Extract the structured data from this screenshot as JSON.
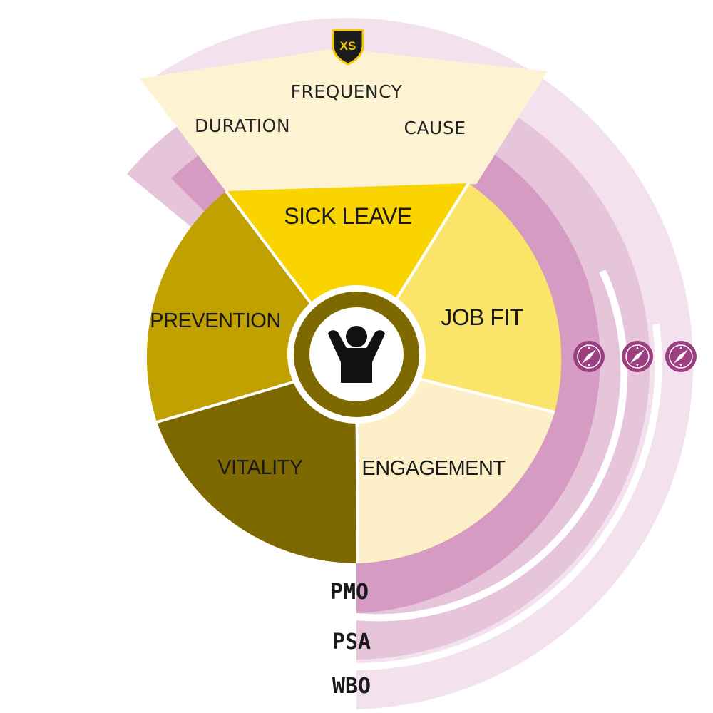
{
  "diagram": {
    "badge": {
      "text": "XS",
      "icon": "xs-shield-icon"
    },
    "top_tab": {
      "labels": {
        "frequency": "FREQUENCY",
        "duration": "DURATION",
        "cause": "CAUSE"
      }
    },
    "segments": {
      "sick_leave": {
        "label": "SICK LEAVE",
        "color": "#fad400"
      },
      "job_fit": {
        "label": "JOB FIT",
        "color": "#fbe46a"
      },
      "engagement": {
        "label": "ENGAGEMENT",
        "color": "#fdf0c9"
      },
      "vitality": {
        "label": "VITALITY",
        "color": "#7e6800"
      },
      "prevention": {
        "label": "PREVENTION",
        "color": "#c0a100"
      }
    },
    "hub": {
      "icon": "person-arms-raised-icon",
      "ring_color": "#7e6800"
    },
    "rings": {
      "pmo": {
        "label": "PMO",
        "color": "#d59bc3"
      },
      "psa": {
        "label": "PSA",
        "color": "#e6c5db"
      },
      "wbo": {
        "label": "WBO",
        "color": "#f3e2ee"
      }
    },
    "compass_icons": [
      "compass-icon",
      "compass-icon",
      "compass-icon"
    ],
    "colors": {
      "top_tab": "#fdf3d2",
      "compass": "#9b3f80"
    }
  }
}
